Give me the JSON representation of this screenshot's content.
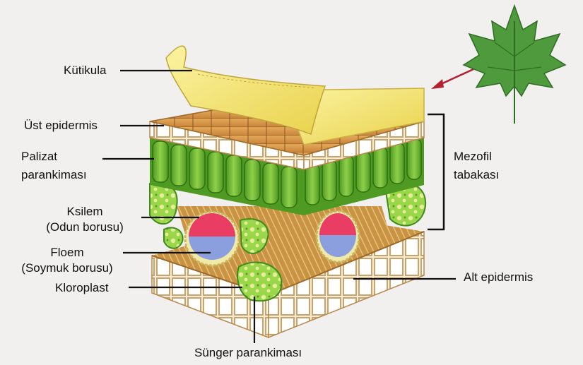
{
  "labels": {
    "kutikula": "Kütikula",
    "ust_epidermis": "Üst epidermis",
    "palizat_1": "Palizat",
    "palizat_2": "parankiması",
    "ksilem_1": "Ksilem",
    "ksilem_2": "(Odun borusu)",
    "floem_1": "Floem",
    "floem_2": "(Soymuk borusu)",
    "kloroplast": "Kloroplast",
    "mezofil_1": "Mezofil",
    "mezofil_2": "tabakası",
    "alt_epidermis": "Alt epidermis",
    "sunger": "Sünger parankiması"
  },
  "icons": {
    "leaf": "maple-leaf-icon",
    "pointer": "arrow-icon"
  },
  "colors": {
    "background": "#f1f0ef",
    "cuticle": "#f4e46c",
    "epidermis": "#d79a45",
    "palisade": "#7cc23a",
    "xylem": "#ea3d63",
    "phloem": "#8b9fde",
    "leaf": "#4e9a3c",
    "arrow": "#b5202e"
  }
}
